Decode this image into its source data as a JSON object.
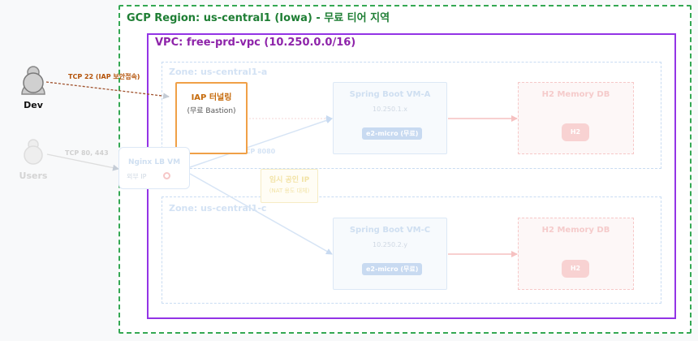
{
  "region": {
    "title": "GCP Region: us-central1 (Iowa) - 무료 티어 지역"
  },
  "vpc": {
    "title": "VPC: free-prd-vpc (10.250.0.0/16)"
  },
  "zones": [
    {
      "title": "Zone: us-central1-a"
    },
    {
      "title": "Zone: us-central1-c"
    }
  ],
  "actors": {
    "dev": "Dev",
    "users": "Users"
  },
  "iap": {
    "title": "IAP 터널링",
    "subtitle": "(무료 Bastion)"
  },
  "lb": {
    "title": "Nginx LB VM",
    "subtitle": "외부 IP"
  },
  "nat": {
    "title": "임시 공인 IP",
    "subtitle": "(NAT 용도 대체)"
  },
  "vm_a": {
    "title": "Spring Boot VM-A",
    "ip": "10.250.1.x",
    "badge": "e2-micro (무료)"
  },
  "vm_c": {
    "title": "Spring Boot VM-C",
    "ip": "10.250.2.y",
    "badge": "e2-micro (무료)"
  },
  "db_a": {
    "title": "H2 Memory DB",
    "icon_label": "H2"
  },
  "db_c": {
    "title": "H2 Memory DB",
    "icon_label": "H2"
  },
  "edges": {
    "dev_iap": "TCP 22 (IAP 보안접속)",
    "users_lb": "TCP 80, 443",
    "lb_vm": "TCP 8080"
  },
  "colors": {
    "region": "#34a853",
    "vpc": "#9334e6",
    "iap": "#f0a047",
    "zone": "#c9dcf2",
    "db": "#f6c8c8"
  }
}
